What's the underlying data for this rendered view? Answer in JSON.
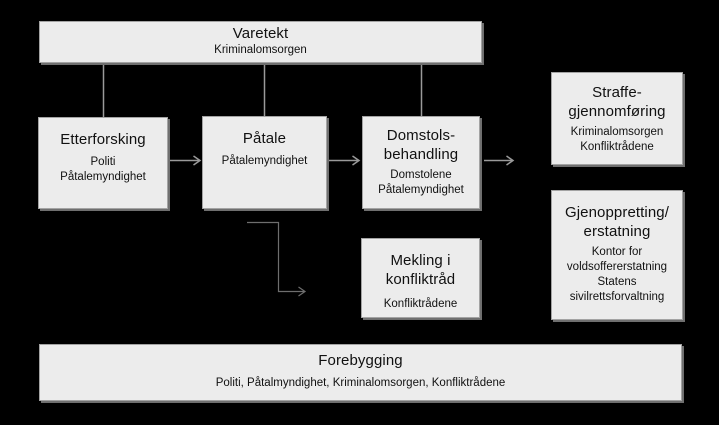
{
  "diagram": {
    "description": "Flowchart of the criminal justice process (Norwegian)",
    "colors": {
      "background": "#000000",
      "box_fill": "#ececec",
      "box_border": "#a3a3a3",
      "box_shadow": "#6f6f6f",
      "text": "#111111",
      "connector": "#9a9a9a",
      "elbow_connector": "#6e6e6e"
    }
  },
  "boxes": {
    "varetekt": {
      "title_lines": [
        "Varetekt"
      ],
      "sub_lines": [
        "Kriminalomsorgen"
      ]
    },
    "etterforsking": {
      "title_lines": [
        "Etterforsking"
      ],
      "sub_lines": [
        "Politi",
        "Påtalemyndighet"
      ]
    },
    "patale": {
      "title_lines": [
        "Påtale"
      ],
      "sub_lines": [
        "Påtalemyndighet"
      ]
    },
    "domstolsbehandling": {
      "title_lines": [
        "Domstols-",
        "behandling"
      ],
      "sub_lines": [
        "Domstolene",
        "Påtalemyndighet"
      ]
    },
    "straffegjennomforing": {
      "title_lines": [
        "Straffe-",
        "gjennomføring"
      ],
      "sub_lines": [
        "Kriminalomsorgen",
        "Konfliktrådene"
      ]
    },
    "gjenoppretting": {
      "title_lines": [
        "Gjenoppretting/",
        "erstatning"
      ],
      "sub_lines": [
        "Kontor for",
        "voldsoffererstatning",
        "Statens",
        "sivilrettsforvaltning"
      ]
    },
    "mekling": {
      "title_lines": [
        "Mekling i",
        "konfliktråd"
      ],
      "sub_lines": [
        "Konfliktrådene"
      ]
    },
    "forebygging": {
      "title_lines": [
        "Forebygging"
      ],
      "sub_lines": [
        "Politi, Påtalmyndighet, Kriminalomsorgen, Konfliktrådene"
      ]
    }
  },
  "connections": [
    {
      "from": "varetekt",
      "to": "etterforsking",
      "style": "line"
    },
    {
      "from": "varetekt",
      "to": "patale",
      "style": "line"
    },
    {
      "from": "varetekt",
      "to": "domstolsbehandling",
      "style": "line"
    },
    {
      "from": "etterforsking",
      "to": "patale",
      "style": "arrow"
    },
    {
      "from": "patale",
      "to": "domstolsbehandling",
      "style": "arrow"
    },
    {
      "from": "domstolsbehandling",
      "to": "straffegjennomforing",
      "style": "arrow"
    },
    {
      "from": "patale",
      "to": "mekling",
      "style": "elbow-arrow"
    }
  ]
}
